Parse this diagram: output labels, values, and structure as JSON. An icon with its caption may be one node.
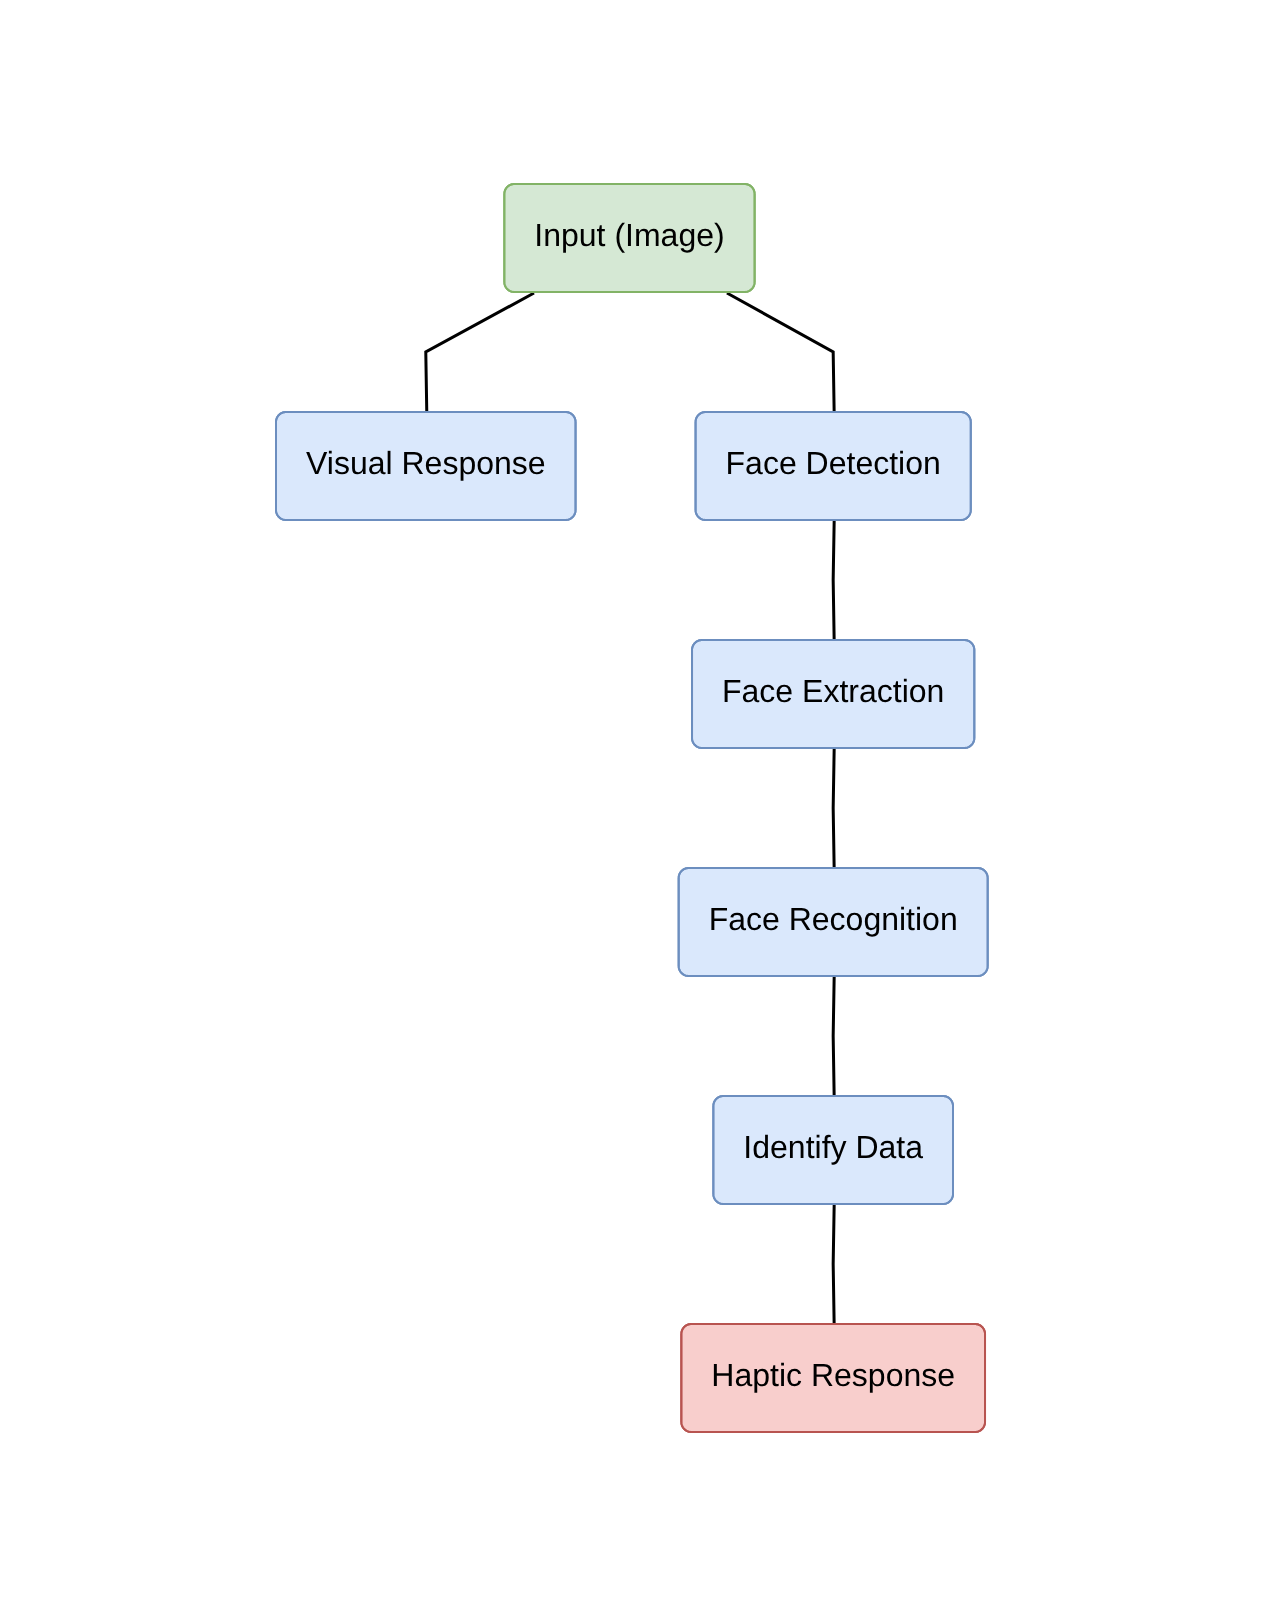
{
  "diagram": {
    "nodes": [
      {
        "text": [
          "Input (Image)"
        ]
      },
      {
        "text": [
          "Visual Response"
        ]
      },
      {
        "text": [
          "Face Detection"
        ]
      },
      {
        "text": [
          "Face Extraction"
        ]
      },
      {
        "text": [
          "Face Recognition"
        ]
      },
      {
        "text": [
          "Haptic Response"
        ]
      },
      {
        "text": [
          "Identify Data"
        ]
      }
    ],
    "edges": [
      {
        "from": 0,
        "to": 1,
        "arrow": "none"
      },
      {
        "from": 0,
        "to": 2,
        "arrow": "none"
      },
      {
        "from": 2,
        "to": 3,
        "arrow": "none"
      },
      {
        "from": 3,
        "to": 4,
        "arrow": "none"
      },
      {
        "from": 4,
        "to": 6,
        "arrow": "none"
      },
      {
        "from": 6,
        "to": 5,
        "arrow": "none"
      }
    ]
  }
}
